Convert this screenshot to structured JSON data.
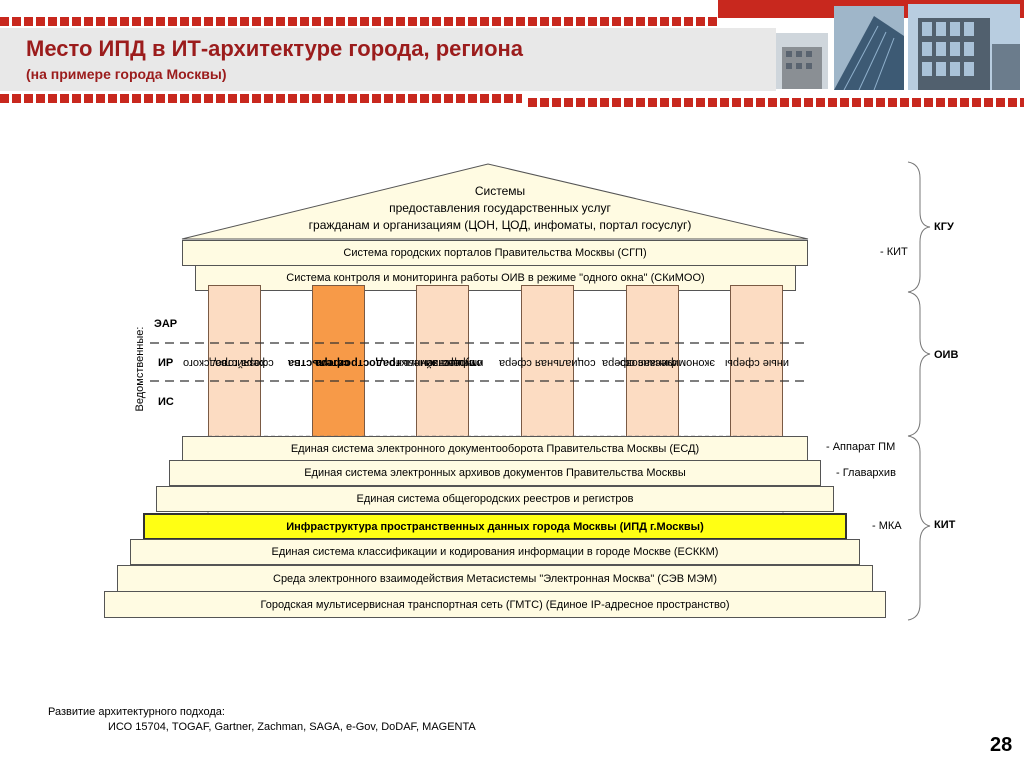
{
  "header": {
    "title": "Место ИПД в ИТ-архитектуре города, региона",
    "subtitle": "(на примере города Москвы)",
    "accent_color": "#c8281e",
    "band_color": "#e8e8e8"
  },
  "roof": {
    "lines": [
      "Системы",
      "предоставления государственных услуг",
      "гражданам и организациям (ЦОН, ЦОД, инфоматы, портал госуслуг)"
    ]
  },
  "top_bars": [
    {
      "label": "Система городских порталов Правительства Москвы (СГП)"
    },
    {
      "label": "Система контроля и мониторинга работы ОИВ в режиме \"одного окна\" (СКиМОО)"
    }
  ],
  "pillars": [
    {
      "label_lines": [
        "сфера городского",
        "хозяйства"
      ],
      "highlight": false
    },
    {
      "label_lines": [
        "сфера",
        "градостроительства"
      ],
      "highlight": true
    },
    {
      "label_lines": [
        "сфера земельно-",
        "имущественных",
        "отношений"
      ],
      "highlight": false
    },
    {
      "label_lines": [
        "социальная сфера"
      ],
      "highlight": false
    },
    {
      "label_lines": [
        "финансово-",
        "экономическая сфера"
      ],
      "highlight": false
    },
    {
      "label_lines": [
        "иные сферы"
      ],
      "highlight": false
    }
  ],
  "vedom": {
    "caption": "Ведомственные:",
    "levels": [
      "ЭАР",
      "ИР",
      "ИС"
    ]
  },
  "bottom_bars": [
    {
      "label": "Единая система электронного документооборота Правительства Москвы (ЕСД)",
      "highlight": false
    },
    {
      "label": "Единая система электронных архивов документов Правительства Москвы",
      "highlight": false
    },
    {
      "label": "Единая система общегородских реестров и регистров",
      "highlight": false
    },
    {
      "label": "Инфраструктура пространственных данных города Москвы (ИПД г.Москвы)",
      "highlight": true
    },
    {
      "label": "Единая система классификации и кодирования информации в городе Москве (ЕСККМ)",
      "highlight": false
    },
    {
      "label": "Среда электронного взаимодействия Метасистемы \"Электронная Москва\" (СЭВ МЭМ)",
      "highlight": false
    },
    {
      "label": "Городская мультисервисная транспортная сеть (ГМТС) (Единое IP-адресное пространство)",
      "highlight": false
    }
  ],
  "side_notes": [
    {
      "text": "- КИТ"
    },
    {
      "text": "- Аппарат ПМ"
    },
    {
      "text": "- Главархив"
    },
    {
      "text": "- МКА"
    }
  ],
  "groups": [
    "КГУ",
    "ОИВ",
    "КИТ"
  ],
  "footer": {
    "line1": "Развитие архитектурного подхода:",
    "line2": "ИСО 15704, TOGAF, Gartner, Zachman, SAGA, e-Gov, DoDAF, MAGENTA"
  },
  "page_number": "28"
}
